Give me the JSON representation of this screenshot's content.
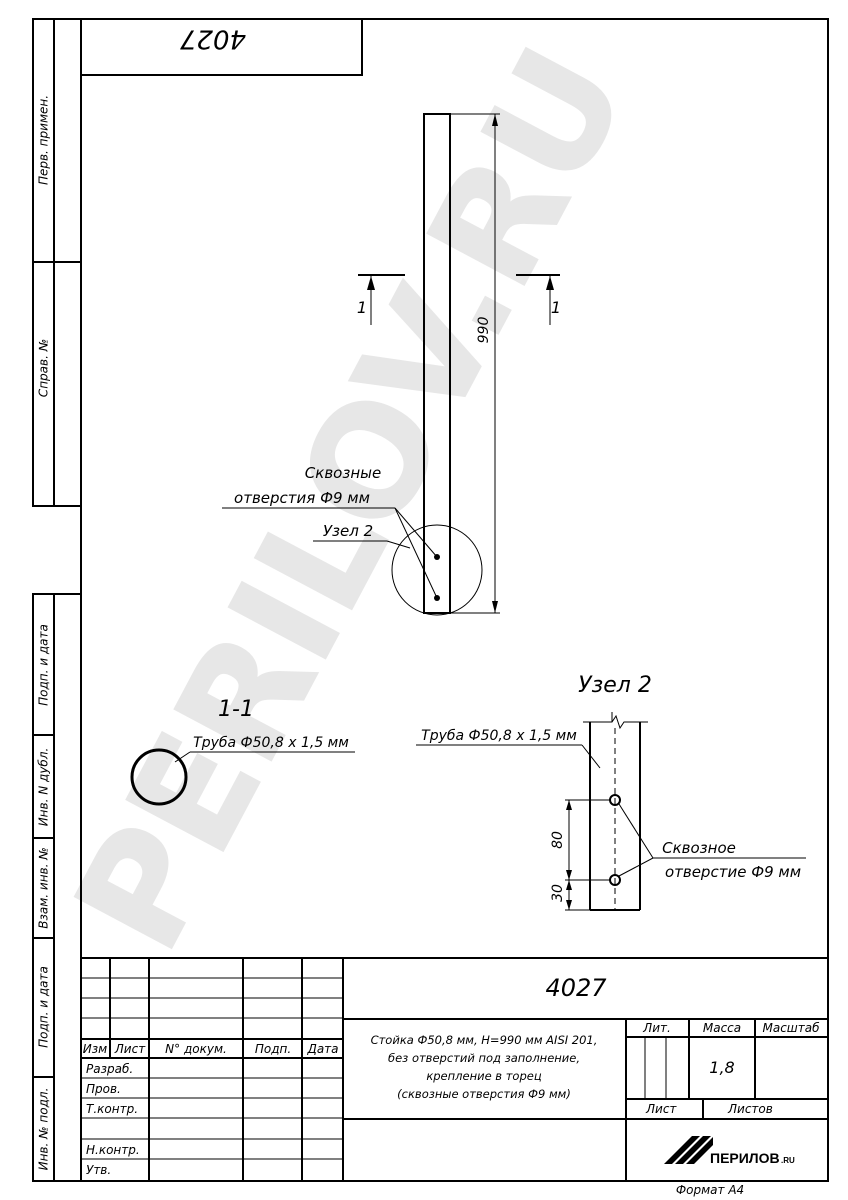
{
  "watermark": "PERILOV.RU",
  "stamp_code": "4027",
  "sidebar": {
    "perv_primen": "Перв. примен.",
    "sprav_no": "Справ. №",
    "podp_data_1": "Подп. и дата",
    "inv_dubl": "Инв. N дубл.",
    "vzam_inv": "Взам. инв. №",
    "podp_data_2": "Подп. и дата",
    "inv_podl": "Инв. № подл."
  },
  "drawing": {
    "dim_length": "990",
    "section_label_left": "1",
    "section_label_right": "1",
    "holes_note_line1": "Сквозные",
    "holes_note_line2": "отверстия Ф9 мм",
    "node_ref": "Узел 2",
    "section_title": "1-1",
    "section_pipe": "Труба Ф50,8 х 1,5 мм",
    "node_title": "Узел 2",
    "node_pipe": "Труба Ф50,8 х 1,5 мм",
    "dim_80": "80",
    "dim_30": "30",
    "node_hole_line1": "Сквозное",
    "node_hole_line2": "отверстие Ф9 мм"
  },
  "title_block": {
    "doc_number": "4027",
    "headers": {
      "izm": "Изм",
      "list": "Лист",
      "doc_no": "N° докум.",
      "podp": "Подп.",
      "data": "Дата"
    },
    "roles": {
      "razrab": "Разраб.",
      "prov": "Пров.",
      "tkontr": "Т.контр.",
      "nkontr": "Н.контр.",
      "utv": "Утв."
    },
    "description": [
      "Стойка Ф50,8 мм, Н=990 мм AISI 201,",
      "без отверстий под заполнение,",
      "крепление в торец",
      "(сквозные отверстия Ф9 мм)"
    ],
    "lit_label": "Лит.",
    "mass_label": "Масса",
    "scale_label": "Масштаб",
    "mass_value": "1,8",
    "sheet_label": "Лист",
    "sheets_label": "Листов",
    "logo_text": "ПЕРИЛОВ",
    "logo_suffix": ".RU"
  },
  "format": "Формат А4"
}
